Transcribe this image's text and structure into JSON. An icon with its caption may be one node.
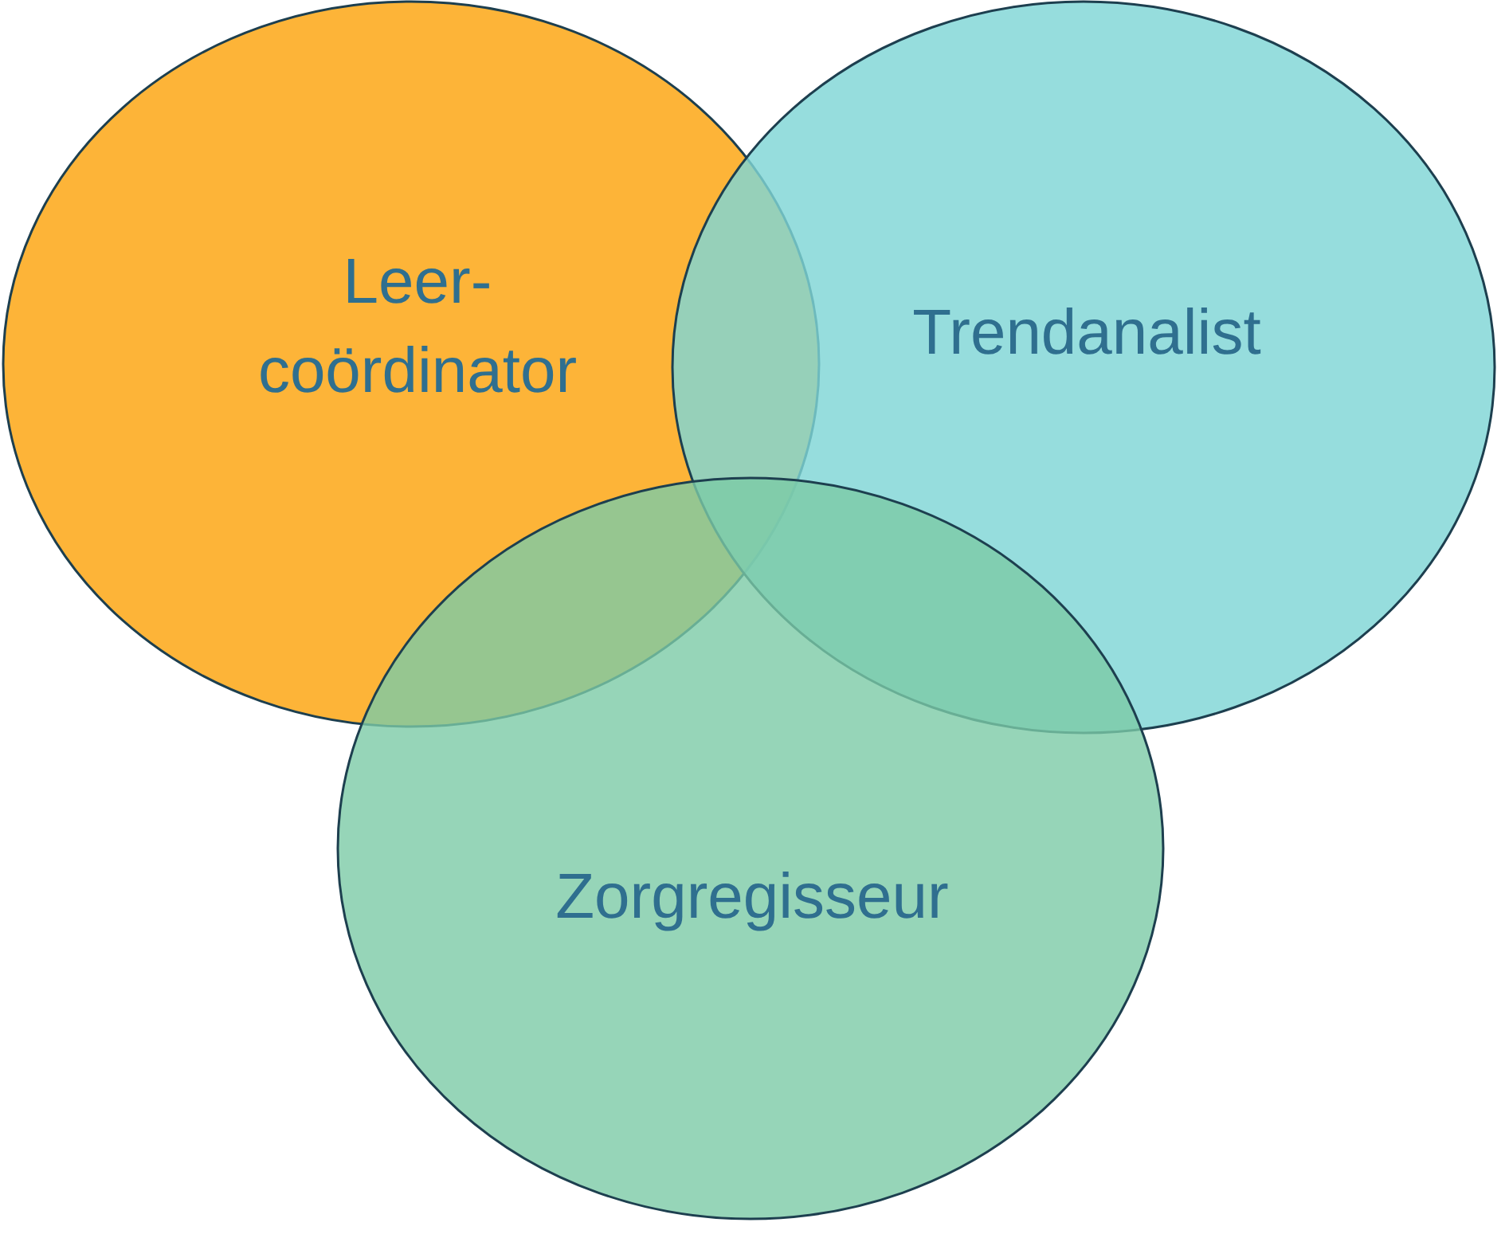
{
  "diagram": {
    "nodes": [
      {
        "text": [
          "Leer- coördinator"
        ]
      },
      {
        "text": [
          "Trendanalist"
        ]
      },
      {
        "text": [
          "Zorgregisseur"
        ]
      }
    ]
  }
}
